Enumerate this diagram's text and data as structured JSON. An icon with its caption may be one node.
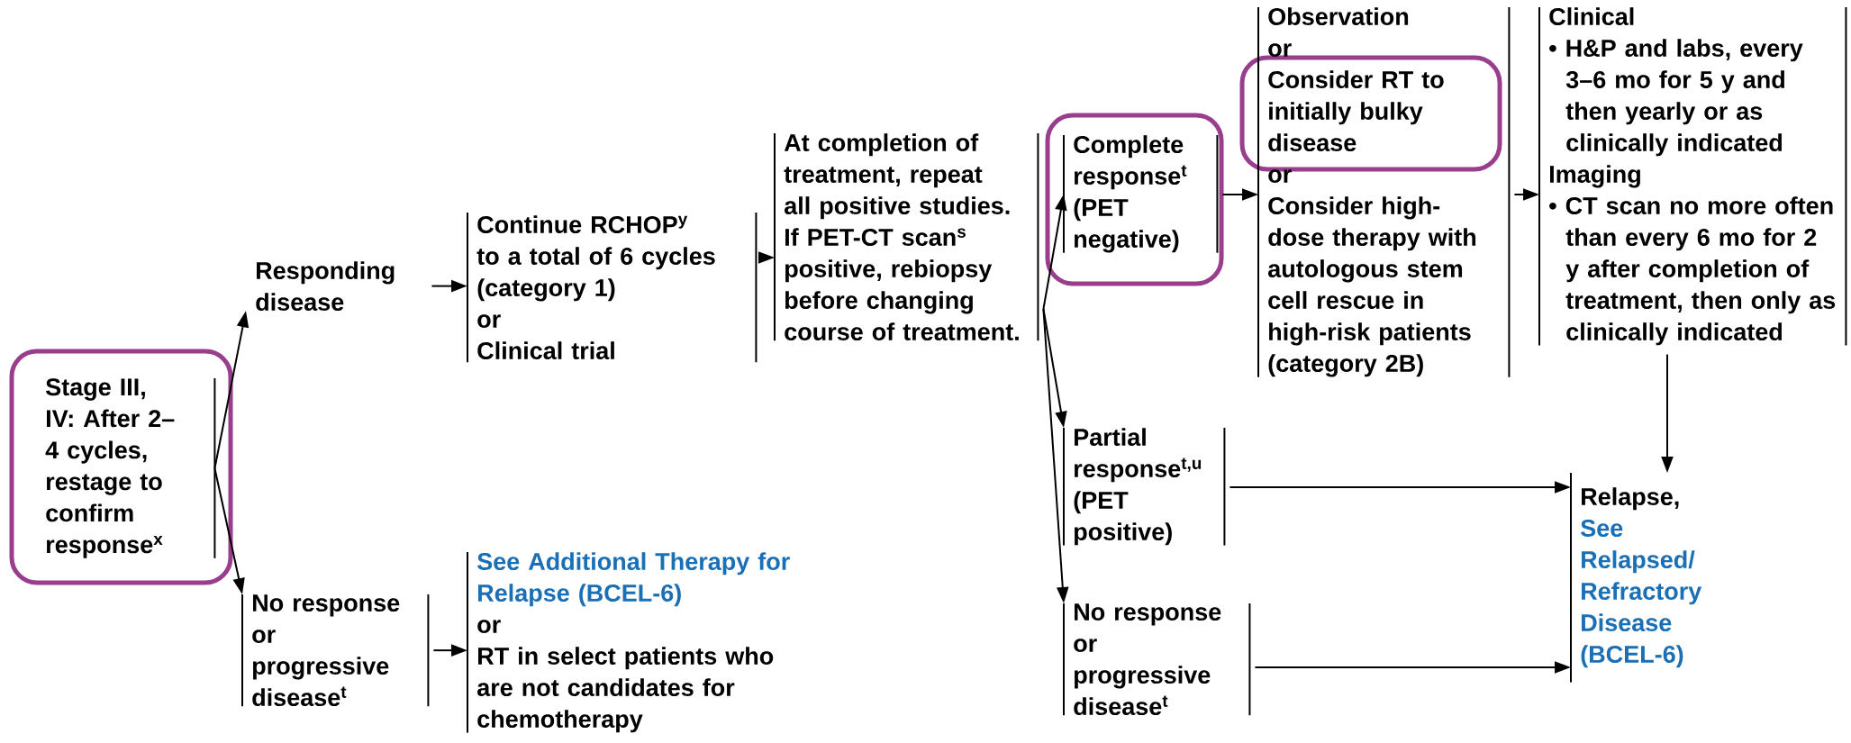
{
  "diagram": {
    "nodes": [
      {
        "text": [
          "Stage III, IV: After 2–4 cycles, restage to confirm response$^{x}$"
        ]
      },
      {
        "text": [
          "Responding disease"
        ]
      },
      {
        "text": [
          "No response",
          "or",
          "progressive disease$^{t}$"
        ]
      },
      {
        "text": [
          "Continue RCHOP$^{y}$ to a total of 6 cycles (category 1)",
          "or",
          "Clinical trial"
        ]
      },
      {
        "text": [
          "See Additional Therapy for Relapse (BCEL-6)",
          "or",
          "RT in select patients who are not candidates for chemotherapy"
        ]
      },
      {
        "text": [
          "At completion of treatment, repeat all positive studies. If PET-CT scan$^{s}$ positive, rebiopsy before changing course of treatment."
        ]
      },
      {
        "text": [
          "Complete response$^{t}$ (PET negative)"
        ]
      },
      {
        "text": [
          "Partial response$^{t,u}$ (PET positive)"
        ]
      },
      {
        "text": [
          "No response",
          "or",
          "progressive disease$^{t}$"
        ]
      },
      {
        "text": [
          "Observation",
          "or",
          "Consider RT to initially bulky disease",
          "or",
          "Consider high-dose therapy with autologous stem cell rescue in high-risk patients (category 2B)"
        ]
      },
      {
        "text": [
          "Clinical",
          "• H&P and labs, every 3–6 mo for 5 y and then yearly or as clinically indicated",
          "Imaging",
          "• CT scan no more often than every 6 mo for 2 y after completion of treatment, then only as clinically indicated"
        ]
      },
      {
        "text": [
          "Relapse,",
          "See Relapsed/ Refractory Disease (BCEL-6)"
        ]
      }
    ],
    "edges": [
      {
        "from": 0,
        "to": 1,
        "arrow": "to"
      },
      {
        "from": 0,
        "to": 2,
        "arrow": "to"
      },
      {
        "from": 1,
        "to": 3,
        "arrow": "to"
      },
      {
        "from": 2,
        "to": 4,
        "arrow": "to"
      },
      {
        "from": 3,
        "to": 5,
        "arrow": "to"
      },
      {
        "from": 5,
        "to": 6,
        "arrow": "to"
      },
      {
        "from": 5,
        "to": 7,
        "arrow": "to"
      },
      {
        "from": 5,
        "to": 8,
        "arrow": "to"
      },
      {
        "from": 6,
        "to": 9,
        "arrow": "to"
      },
      {
        "from": 9,
        "to": 10,
        "arrow": "to"
      },
      {
        "from": 10,
        "to": 11,
        "arrow": "to"
      },
      {
        "from": 7,
        "to": 11,
        "arrow": "to"
      },
      {
        "from": 8,
        "to": 11,
        "arrow": "to"
      }
    ]
  }
}
